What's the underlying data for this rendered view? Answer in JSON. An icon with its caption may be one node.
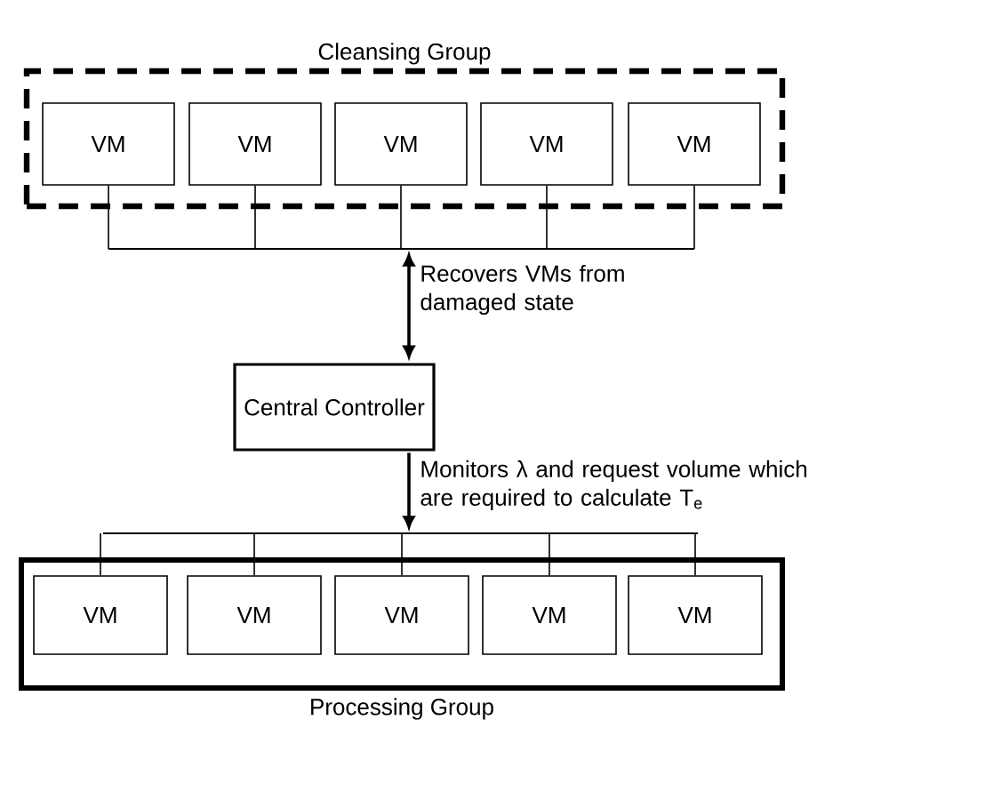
{
  "diagram": {
    "nodes": [
      {
        "text": [
          "Cleansing Group"
        ]
      },
      {
        "text": [
          "VM"
        ],
        "in": 0
      },
      {
        "text": [
          "VM"
        ],
        "in": 0
      },
      {
        "text": [
          "VM"
        ],
        "in": 0
      },
      {
        "text": [
          "VM"
        ],
        "in": 0
      },
      {
        "text": [
          "VM"
        ],
        "in": 0
      },
      {
        "text": [],
        "shape": "bar"
      },
      {
        "text": [
          "Central Controller"
        ]
      },
      {
        "text": [],
        "shape": "bar"
      },
      {
        "text": [
          "Processing Group"
        ]
      },
      {
        "text": [
          "VM"
        ],
        "in": 9
      },
      {
        "text": [
          "VM"
        ],
        "in": 9
      },
      {
        "text": [
          "VM"
        ],
        "in": 9
      },
      {
        "text": [
          "VM"
        ],
        "in": 9
      },
      {
        "text": [
          "VM"
        ],
        "in": 9
      }
    ],
    "edges": [
      {
        "from": 1,
        "to": 6,
        "arrow": "none"
      },
      {
        "from": 2,
        "to": 6,
        "arrow": "none"
      },
      {
        "from": 3,
        "to": 6,
        "arrow": "none"
      },
      {
        "from": 4,
        "to": 6,
        "arrow": "none"
      },
      {
        "from": 5,
        "to": 6,
        "arrow": "none"
      },
      {
        "from": 7,
        "to": 6,
        "arrow": "both",
        "label": "Recovers VMs from damaged state"
      },
      {
        "from": 7,
        "to": 8,
        "arrow": "to",
        "label": "Monitors λ and request volume which are required to calculate T$_{e}$"
      },
      {
        "from": 8,
        "to": 10,
        "arrow": "none"
      },
      {
        "from": 8,
        "to": 11,
        "arrow": "none"
      },
      {
        "from": 8,
        "to": 12,
        "arrow": "none"
      },
      {
        "from": 8,
        "to": 13,
        "arrow": "none"
      },
      {
        "from": 8,
        "to": 14,
        "arrow": "none"
      }
    ]
  }
}
